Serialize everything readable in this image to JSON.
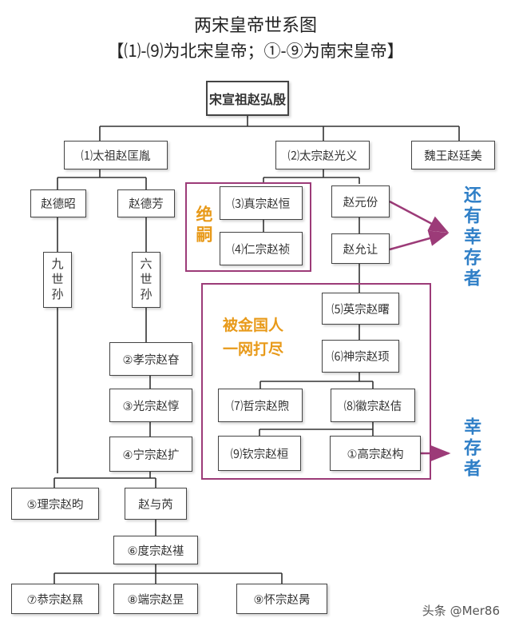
{
  "title": "两宋皇帝世系图",
  "subtitle": "【⑴-⑼为北宋皇帝；①-⑨为南宋皇帝】",
  "nodes": {
    "root": "宋宣祖赵弘殷",
    "taizu": "⑴太祖赵匡胤",
    "taizong": "⑵太宗赵光义",
    "weiwang": "魏王赵廷美",
    "dezhao": "赵德昭",
    "defang": "赵德芳",
    "zhenzong": "⑶真宗赵恒",
    "renzong": "⑷仁宗赵祯",
    "yuanfen": "赵元份",
    "yunrang": "赵允让",
    "jiushisun": "九世孙",
    "liushisun": "六世孙",
    "yingzong": "⑸英宗赵曙",
    "shenzong": "⑹神宗赵顼",
    "zhezong": "⑺哲宗赵煦",
    "huizong": "⑻徽宗赵佶",
    "qinzong": "⑼钦宗赵桓",
    "gaozong": "①高宗赵构",
    "xiaozong": "②孝宗赵昚",
    "guangzong": "③光宗赵惇",
    "ningzong": "④宁宗赵扩",
    "lizong": "⑤理宗赵昀",
    "zhaoyurui": "赵与芮",
    "duzong": "⑥度宗赵禥",
    "gongzong": "⑦恭宗赵㬎",
    "duanzong": "⑧端宗赵昰",
    "huaizong": "⑨怀宗赵昺"
  },
  "annotations": {
    "extinct": "绝嗣",
    "captured_line1": "被金国人",
    "captured_line2": "一网打尽",
    "survived_1": "还有幸存者",
    "survived_2": "幸存者"
  },
  "watermark": "头条 @Mer86",
  "colors": {
    "frame": "#9c3b78",
    "orange_text": "#e89a1a",
    "blue_text": "#2f7fc7",
    "lines": "#333333"
  }
}
